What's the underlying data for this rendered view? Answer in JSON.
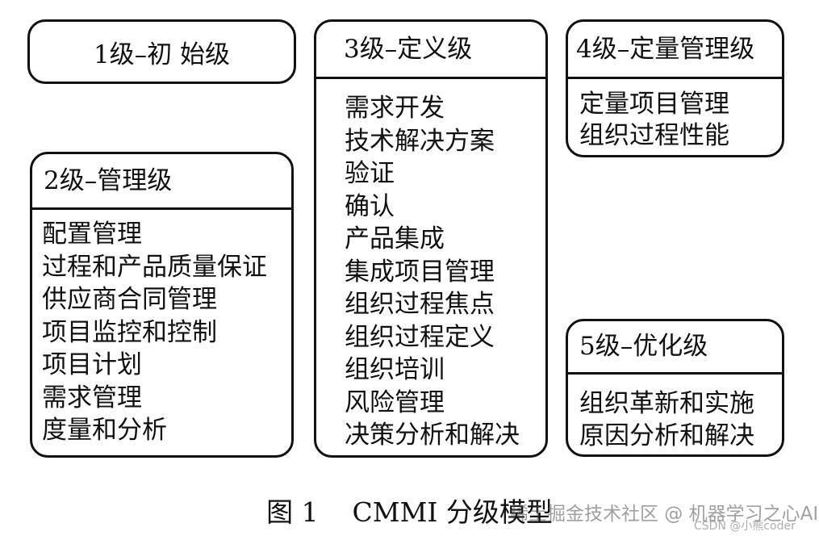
{
  "levels": {
    "level1": {
      "title": "1级–初 始级"
    },
    "level2": {
      "title": "2级–管理级",
      "items": [
        "配置管理",
        "过程和产品质量保证",
        "供应商合同管理",
        "项目监控和控制",
        "项目计划",
        "需求管理",
        "度量和分析"
      ]
    },
    "level3": {
      "title": "3级–定义级",
      "items": [
        "需求开发",
        "技术解决方案",
        "验证",
        "确认",
        "产品集成",
        "集成项目管理",
        "组织过程焦点",
        "组织过程定义",
        "组织培训",
        "风险管理",
        "决策分析和解决"
      ]
    },
    "level4": {
      "title": "4级–定量管理级",
      "items": [
        "定量项目管理",
        "组织过程性能"
      ]
    },
    "level5": {
      "title": "5级–优化级",
      "items": [
        "组织革新和实施",
        "原因分析和解决"
      ]
    }
  },
  "caption": "图 1    CMMI 分级模型",
  "watermark": {
    "main": "稀土掘金技术社区 @ 机器学习之心AI",
    "sub": "CSDN @小熊coder"
  }
}
